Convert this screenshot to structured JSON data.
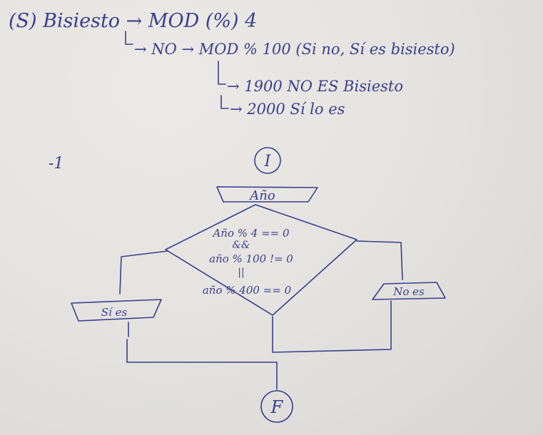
{
  "notes": {
    "line1": "(S) Bisiesto → MOD (%) 4",
    "line2": "→ NO → MOD % 100 (Si no, Sí es bisiesto)",
    "line3": "→ 1900 NO ES Bisiesto",
    "line4": "→ 2000 Sí lo es",
    "dash": "-1"
  },
  "flowchart": {
    "start": "I",
    "input": "Año",
    "condition_1": "Año % 4 == 0",
    "and_1": "&&",
    "condition_2": "año % 100 != 0",
    "or_1": "||",
    "condition_3": "año % 400 == 0",
    "output_yes": "Sí es",
    "output_no": "No es",
    "end": "F"
  },
  "colors": {
    "ink": "#3a3f8c",
    "paper": "#e4e3e0"
  }
}
